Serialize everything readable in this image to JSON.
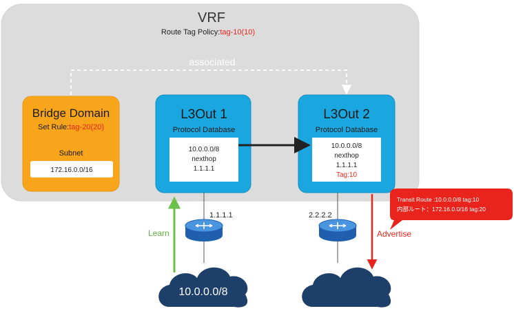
{
  "vrf": {
    "title": "VRF",
    "policy_label": "Route Tag Policy:",
    "policy_value": "tag-10(10)"
  },
  "association": {
    "label": "associated"
  },
  "bridge_domain": {
    "title": "Bridge Domain",
    "set_rule_label": "Set Rule:",
    "set_rule_value": "tag-20(20)",
    "subnet_label": "Subnet",
    "subnet_value": "172.16.0.0/16"
  },
  "l3out1": {
    "title": "L3Out 1",
    "db_label": "Protocol Database",
    "route": "10.0.0.0/8",
    "nexthop_label": "nexthop",
    "nexthop": "1.1.1.1"
  },
  "l3out2": {
    "title": "L3Out 2",
    "db_label": "Protocol Database",
    "route": "10.0.0.0/8",
    "nexthop_label": "nexthop",
    "nexthop": "1.1.1.1",
    "tag": "Tag:10"
  },
  "routers": {
    "left_ip": "1.1.1.1",
    "right_ip": "2.2.2.2"
  },
  "clouds": {
    "left_label": "10.0.0.0/8",
    "right_label": ""
  },
  "flows": {
    "learn_label": "Learn",
    "advertise_label": "Advertise"
  },
  "callout": {
    "line1": "Transit Route :10.0.0.0/8   tag:10",
    "line2": "内部ルート：172.16.0.0/16   tag:20"
  },
  "colors": {
    "vrf_bg": "#dcdcdc",
    "bridge_domain": "#f8a51b",
    "l3out": "#1aa6df",
    "tag_red": "#e8241c",
    "learn_green": "#6cbf4a",
    "cloud": "#1f3f6b",
    "router": "#2f7fd0",
    "callout": "#e8241c"
  }
}
